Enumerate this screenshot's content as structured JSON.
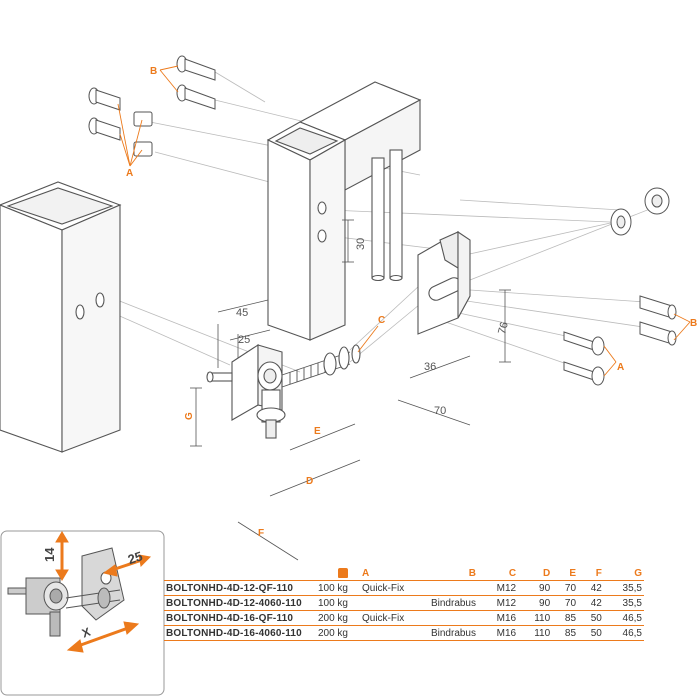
{
  "dimensions": {
    "d45": "45",
    "d25": "25",
    "d30": "30",
    "d76": "76",
    "d36": "36",
    "d70": "70"
  },
  "part_labels": {
    "a_top": "A",
    "a_right": "A",
    "b_top": "B",
    "b_right": "B",
    "c": "C",
    "d": "D",
    "e": "E",
    "f": "F",
    "g": "G"
  },
  "inset": {
    "vertical_adjust": "14",
    "lateral_adjust": "25",
    "axis_label": "X"
  },
  "table": {
    "headers": [
      "",
      "",
      "A",
      "B",
      "C",
      "D",
      "E",
      "F",
      "G"
    ],
    "weight_icon": "weight-kg-icon",
    "rows": [
      {
        "model": "BOLTONHD-4D-12-QF-110",
        "load": "100 kg",
        "a": "Quick-Fix",
        "b": "",
        "c": "M12",
        "d": "90",
        "e": "70",
        "f": "42",
        "g": "35,5"
      },
      {
        "model": "BOLTONHD-4D-12-4060-110",
        "load": "100 kg",
        "a": "",
        "b": "Bindrabus",
        "c": "M12",
        "d": "90",
        "e": "70",
        "f": "42",
        "g": "35,5"
      },
      {
        "model": "BOLTONHD-4D-16-QF-110",
        "load": "200 kg",
        "a": "Quick-Fix",
        "b": "",
        "c": "M16",
        "d": "110",
        "e": "85",
        "f": "50",
        "g": "46,5"
      },
      {
        "model": "BOLTONHD-4D-16-4060-110",
        "load": "200 kg",
        "a": "",
        "b": "Bindrabus",
        "c": "M16",
        "d": "110",
        "e": "85",
        "f": "50",
        "g": "46,5"
      }
    ]
  },
  "colors": {
    "accent": "#ec7a1c",
    "line": "#555555",
    "guide": "#bbbbbb"
  }
}
